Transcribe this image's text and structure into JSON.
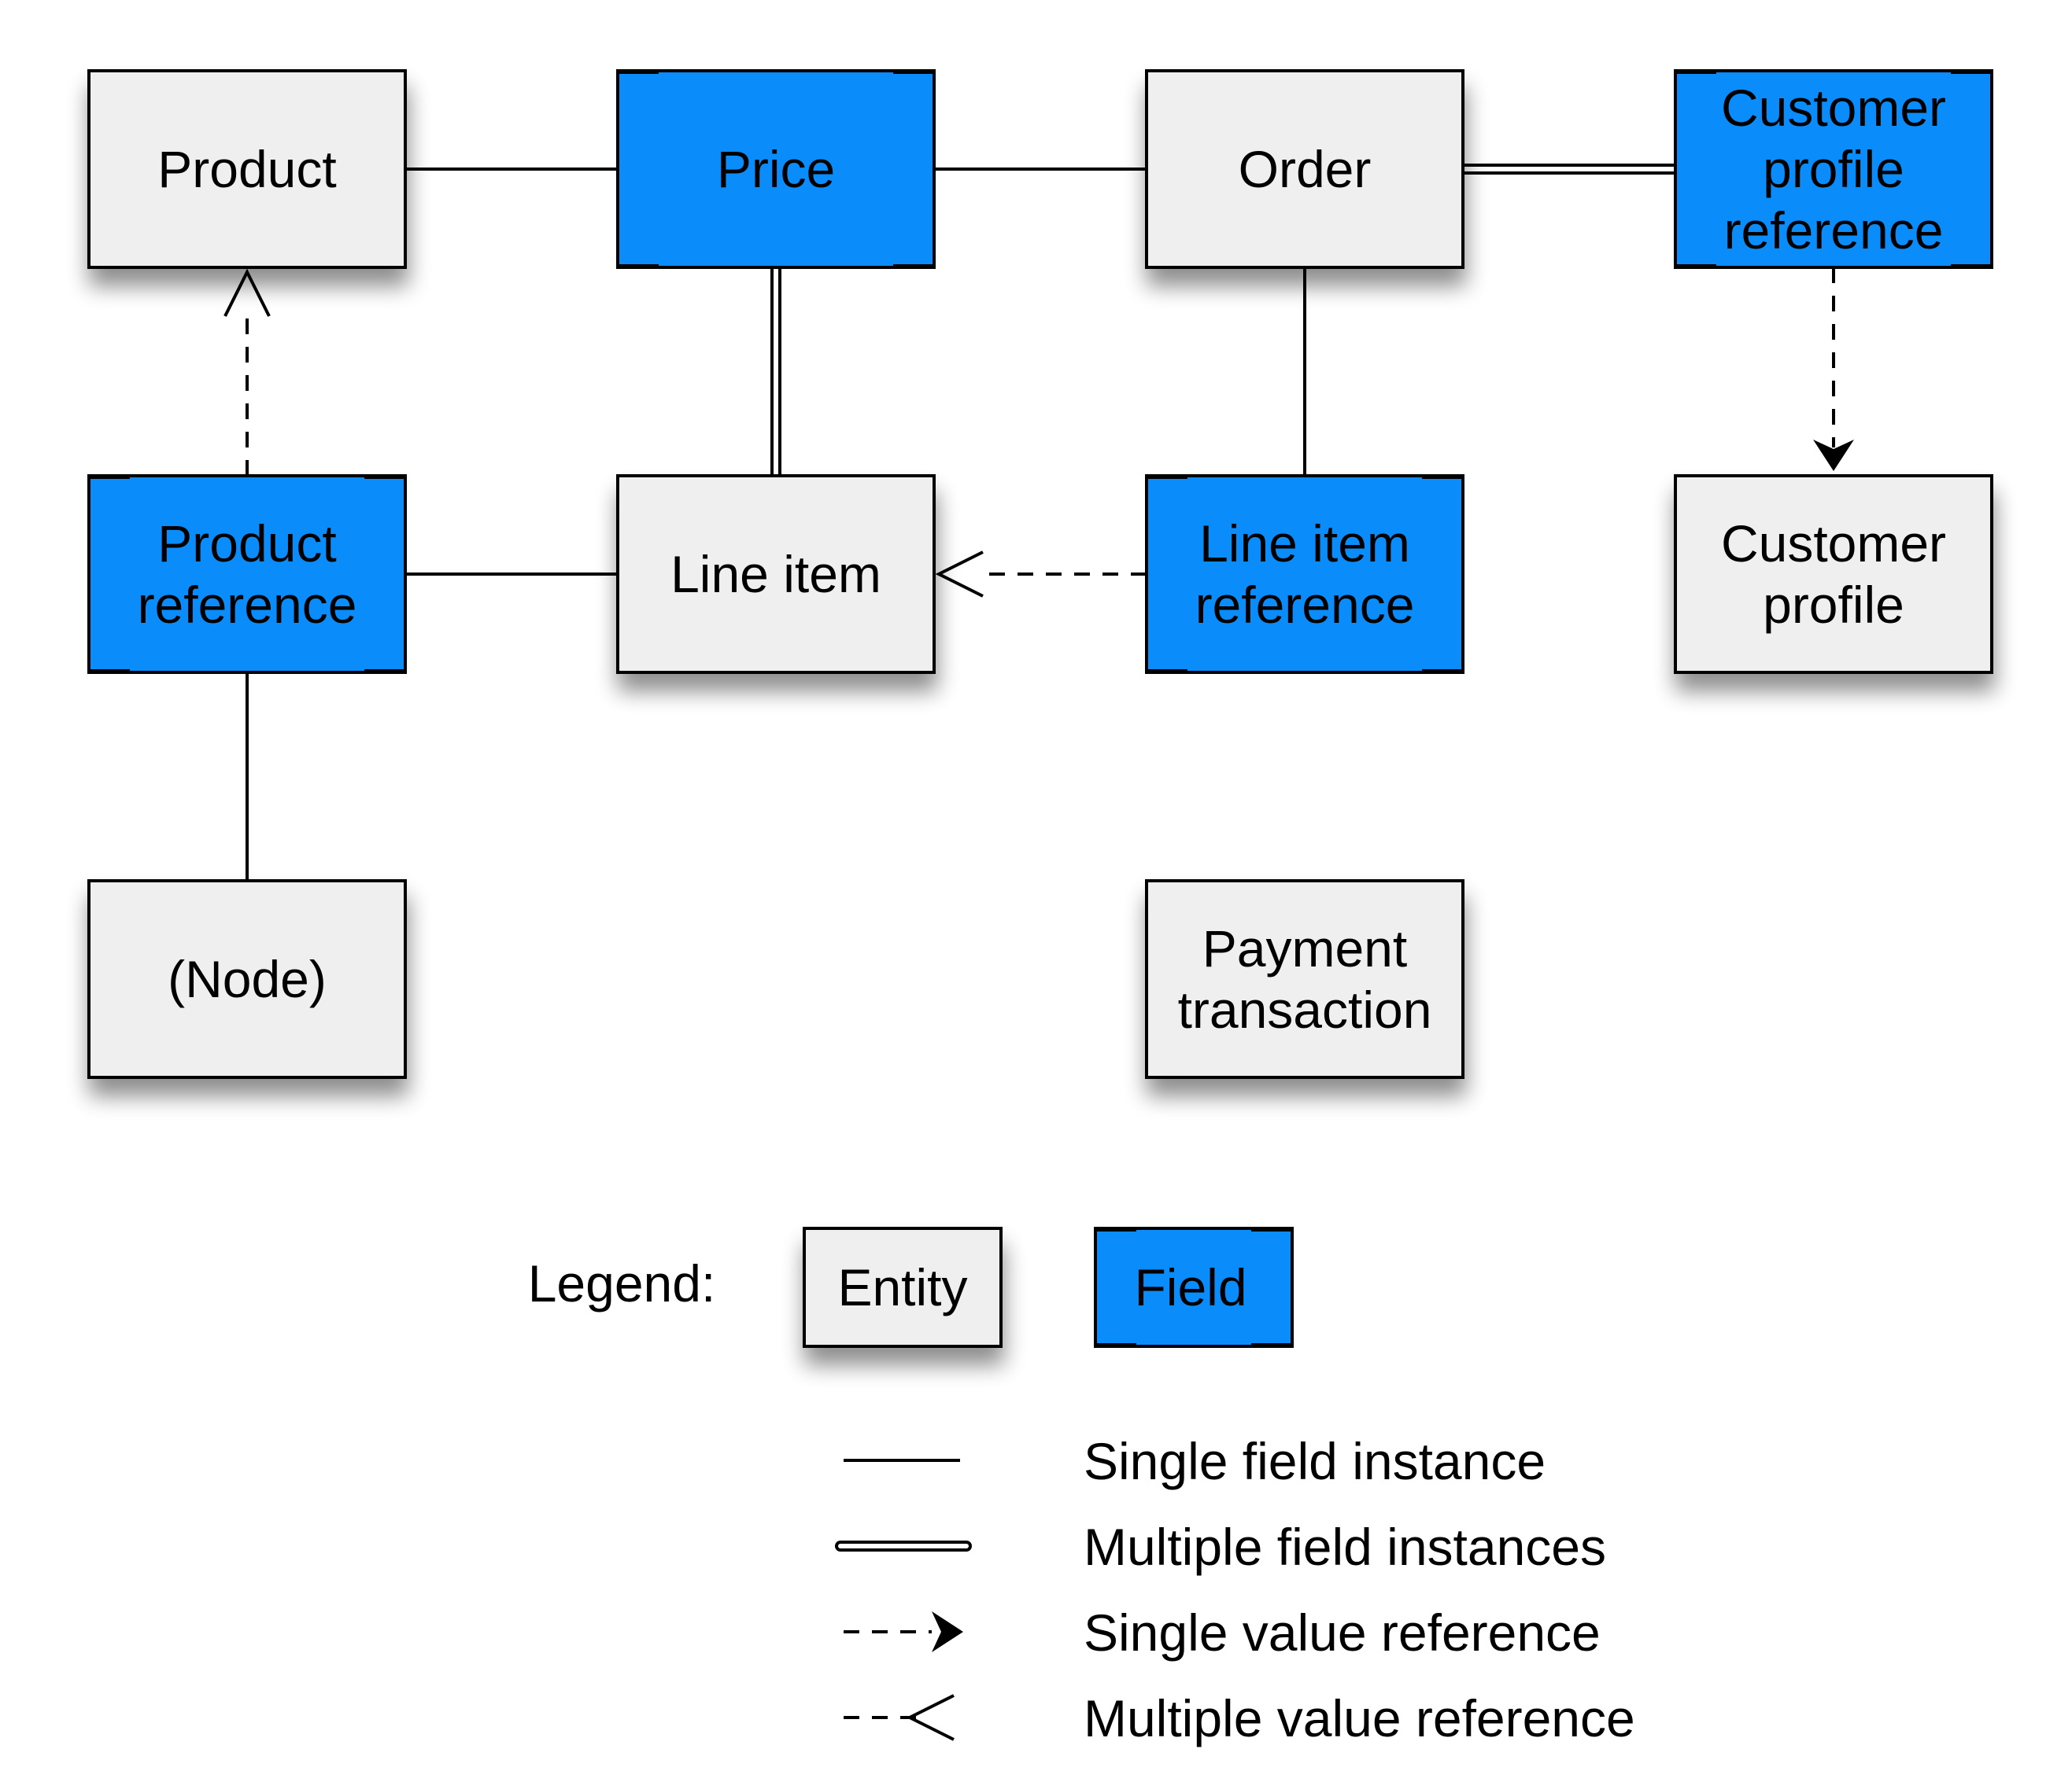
{
  "nodes": {
    "product": {
      "lines": [
        "Product"
      ],
      "kind": "entity"
    },
    "price": {
      "lines": [
        "Price"
      ],
      "kind": "field"
    },
    "order": {
      "lines": [
        "Order"
      ],
      "kind": "entity"
    },
    "customer_profile_reference": {
      "lines": [
        "Customer",
        "profile",
        "reference"
      ],
      "kind": "field"
    },
    "product_reference": {
      "lines": [
        "Product",
        "reference"
      ],
      "kind": "field"
    },
    "line_item": {
      "lines": [
        "Line item"
      ],
      "kind": "entity"
    },
    "line_item_reference": {
      "lines": [
        "Line item",
        "reference"
      ],
      "kind": "field"
    },
    "customer_profile": {
      "lines": [
        "Customer",
        "profile"
      ],
      "kind": "entity"
    },
    "node": {
      "lines": [
        "(Node)"
      ],
      "kind": "entity"
    },
    "payment_transaction": {
      "lines": [
        "Payment",
        "transaction"
      ],
      "kind": "entity"
    }
  },
  "connections": [
    {
      "from": "product",
      "to": "price",
      "type": "single-field-instance"
    },
    {
      "from": "price",
      "to": "order",
      "type": "single-field-instance"
    },
    {
      "from": "order",
      "to": "customer_profile_reference",
      "type": "multiple-field-instances"
    },
    {
      "from": "price",
      "to": "line_item",
      "type": "multiple-field-instances"
    },
    {
      "from": "order",
      "to": "line_item_reference",
      "type": "single-field-instance"
    },
    {
      "from": "product_reference",
      "to": "product",
      "type": "multiple-value-reference"
    },
    {
      "from": "customer_profile_reference",
      "to": "customer_profile",
      "type": "single-value-reference"
    },
    {
      "from": "product_reference",
      "to": "line_item",
      "type": "single-field-instance"
    },
    {
      "from": "line_item_reference",
      "to": "line_item",
      "type": "multiple-value-reference"
    },
    {
      "from": "product_reference",
      "to": "node",
      "type": "single-field-instance"
    }
  ],
  "legend": {
    "title": "Legend:",
    "entity_label": "Entity",
    "field_label": "Field",
    "items": [
      {
        "key": "single-field-instance",
        "label": "Single field instance"
      },
      {
        "key": "multiple-field-instances",
        "label": "Multiple field instances"
      },
      {
        "key": "single-value-reference",
        "label": "Single value reference"
      },
      {
        "key": "multiple-value-reference",
        "label": "Multiple value reference"
      }
    ]
  },
  "colors": {
    "entity_fill": "#efefef",
    "field_fill": "#0a8cfa",
    "stroke": "#000000"
  }
}
